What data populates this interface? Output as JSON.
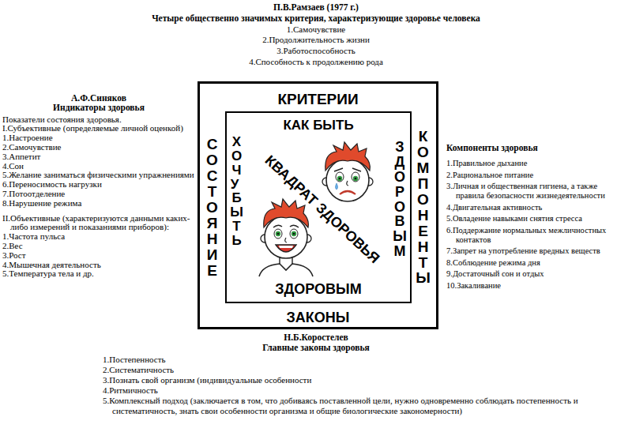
{
  "diagram": {
    "nodes": [
      {
        "text": [
          "КРИТЕРИИ",
          "СОСТОЯНИЕ",
          "КОМПОНЕНТЫ",
          "ЗАКОНЫ"
        ]
      },
      {
        "text": [
          "КАК БЫТЬ",
          "ХОЧУ БЫТЬ",
          "ЗДОРОВЫМ",
          "ЗДОРОВЫМ",
          "КВАДРАТ ЗДОРОВЬЯ"
        ],
        "in": 0
      }
    ],
    "edges": [],
    "labels": [
      "П.В.Рамзаев (1977 г.)",
      "Четыре общественно значимых критерия, характеризующие здоровье человека",
      "1.Самочувствие",
      "2.Продолжительность жизни",
      "3.Работоспособность",
      "4.Способность к продолжению рода",
      "А.Ф.Синяков",
      "Индикаторы здоровья",
      "Показатели состояния здоровья.",
      "I.Субъективные (определяемые личной оценкой)",
      "1.Настроение",
      "2.Самочувствие",
      "3.Аппетит",
      "4.Сон",
      "5.Желание заниматься физическими упражнениями",
      "6.Переносимость нагрузки",
      "7.Потоотделение",
      "8.Нарушение режима",
      "II.Объективные (характеризуются данными каких-либо измерений и показаниями приборов):",
      "1.Частота пульса",
      "2.Вес",
      "3.Рост",
      "4.Мышечная деятельность",
      "5.Температура тела и др.",
      "Компоненты здоровья",
      "1.Правильное дыхание",
      "2.Рациональное питание",
      "3.Личная и общественная гигиена, а также правила безопасности жизнедеятельности",
      "4.Двигательная активность",
      "5.Овладение навыками снятия стресса",
      "6.Поддержание нормальных межличностных контактов",
      "7.Запрет на употребление вредных веществ",
      "8.Соблюдение режима дня",
      "9.Достаточный сон и отдых",
      "10.Закаливание",
      "Н.Б.Коростелев",
      "Главные законы здоровья",
      "1.Постепенность",
      "2.Систематичность",
      "3.Познать свой организм (индивидуальные особенности",
      "4.Ритмичность",
      "5.Комплексный подход (заключается в том, что добиваясь поставленной цели, нужно одновременно соблюдать постепенность и систематичность, знать свои особенности организма и общие биологические закономерности)"
    ]
  }
}
